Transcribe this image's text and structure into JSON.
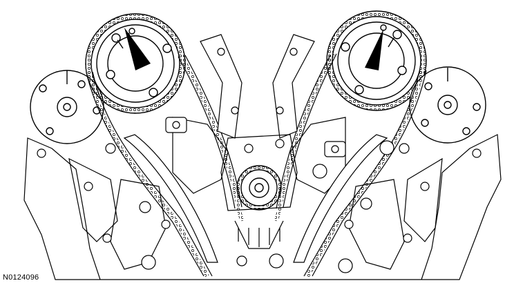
{
  "figure": {
    "reference_code": "N0124096"
  },
  "colors": {
    "line": "#000000",
    "background": "#ffffff",
    "arrow": "#000000"
  },
  "parts": {
    "left_bank": {
      "intake_sprocket_icon": "sprocket-with-timing-arrow",
      "exhaust_sprocket_icon": "camshaft-phaser-disc"
    },
    "right_bank": {
      "intake_sprocket_icon": "sprocket-with-timing-arrow",
      "exhaust_sprocket_icon": "camshaft-phaser-disc"
    },
    "center_icon": "crankshaft-sprocket"
  }
}
